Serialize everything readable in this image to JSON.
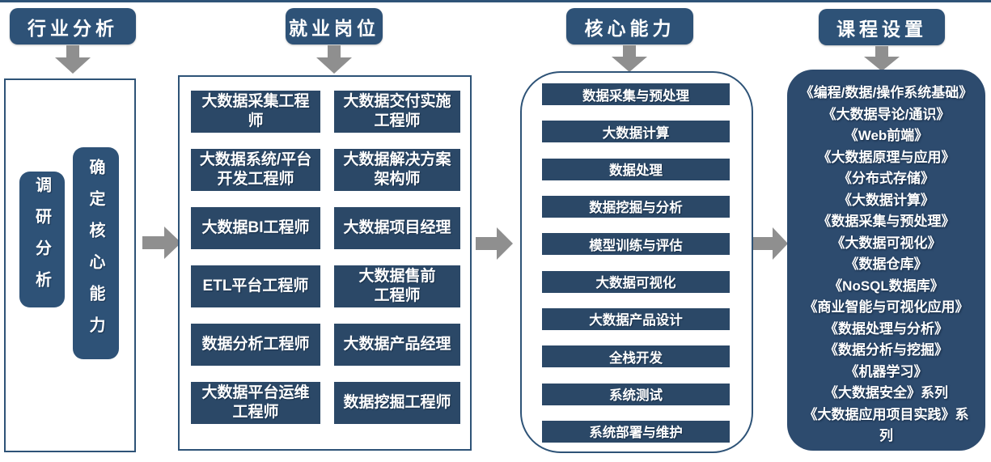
{
  "colors": {
    "badge_navy": "#2E5277",
    "item_navy": "#2B4867",
    "panel_navy": "#2D4B6E",
    "border_blue": "#2E5377",
    "arrow_gray": "#8F8F8F"
  },
  "industry": {
    "header": "行业分析",
    "pills": [
      "调研分析",
      "确定核心能力"
    ]
  },
  "jobs": {
    "header": "就业岗位",
    "left": [
      "大数据采集工程\n师",
      "大数据系统/平台\n开发工程师",
      "大数据BI工程师",
      "ETL平台工程师",
      "数据分析工程师",
      "大数据平台运维\n工程师"
    ],
    "right": [
      "大数据交付实施\n工程师",
      "大数据解决方案\n架构师",
      "大数据项目经理",
      "大数据售前\n工程师",
      "大数据产品经理",
      "数据挖掘工程师"
    ]
  },
  "abilities": {
    "header": "核心能力",
    "items": [
      "数据采集与预处理",
      "大数据计算",
      "数据处理",
      "数据挖掘与分析",
      "模型训练与评估",
      "大数据可视化",
      "大数据产品设计",
      "全栈开发",
      "系统测试",
      "系统部署与维护"
    ]
  },
  "courses": {
    "header": "课程设置",
    "items": [
      "《编程/数据/操作系统基础》",
      "《大数据导论/通识》",
      "《Web前端》",
      "《大数据原理与应用》",
      "《分布式存储》",
      "《大数据计算》",
      "《数据采集与预处理》",
      "《大数据可视化》",
      "《数据仓库》",
      "《NoSQL数据库》",
      "《商业智能与可视化应用》",
      "《数据处理与分析》",
      "《数据分析与挖掘》",
      "《机器学习》",
      "《大数据安全》系列",
      "《大数据应用项目实践》系\n列"
    ]
  }
}
